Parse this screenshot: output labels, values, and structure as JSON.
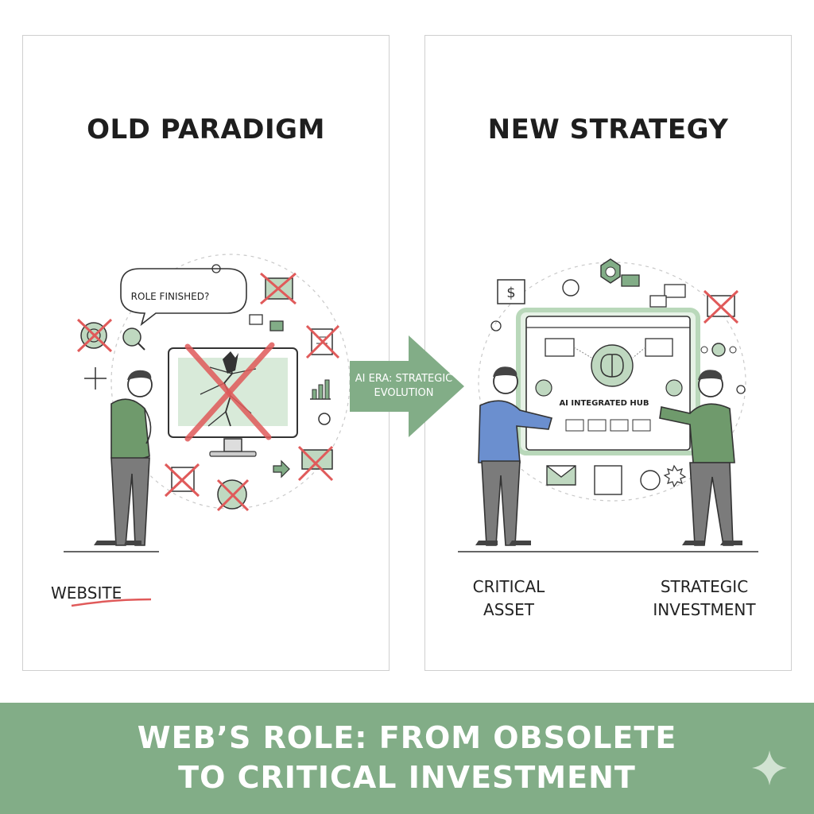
{
  "left": {
    "title": "OLD PARADIGM",
    "bubble": "ROLE FINISHED?",
    "website": "WEBSITE"
  },
  "arrow": {
    "line1": "AI ERA: STRATEGIC",
    "line2": "EVOLUTION"
  },
  "right": {
    "title": "NEW STRATEGY",
    "hub": "AI INTEGRATED HUB",
    "asset_line1": "CRITICAL",
    "asset_line2": "ASSET",
    "investment_line1": "STRATEGIC",
    "investment_line2": "INVESTMENT"
  },
  "banner": {
    "line1": "WEB’S ROLE: FROM OBSOLETE",
    "line2": "TO CRITICAL INVESTMENT"
  },
  "colors": {
    "accent_green": "#82ad87",
    "shirt_green": "#6f9a6c",
    "shirt_blue": "#6b8fcf",
    "cross_red": "#e05a5a",
    "pants_gray": "#7b7b7b"
  },
  "icons": [
    "monitor-icon",
    "cross-icon",
    "speech-bubble-icon",
    "search-icon",
    "chart-icon",
    "gear-icon",
    "brain-icon",
    "dollar-icon",
    "arrow-icon",
    "sparkle-icon"
  ]
}
